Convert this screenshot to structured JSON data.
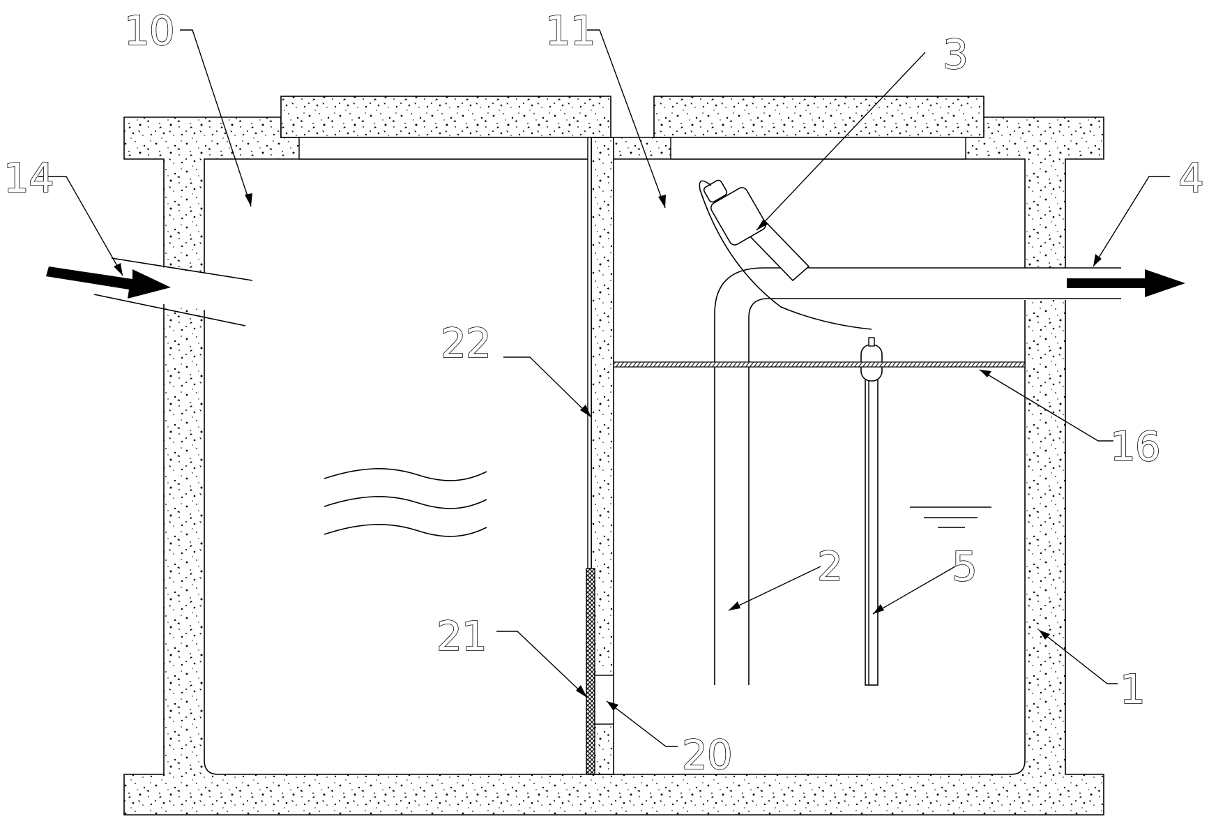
{
  "figure": {
    "type": "technical cross-section drawing",
    "line_color": "#000000",
    "concrete_fill": "#ffffff",
    "mesh_fill": "#222222"
  },
  "labels": {
    "l10": "10",
    "l11": "11",
    "l14": "14",
    "l3": "3",
    "l4": "4",
    "l22": "22",
    "l16": "16",
    "l2": "2",
    "l5": "5",
    "l21": "21",
    "l20": "20",
    "l1": "1"
  }
}
